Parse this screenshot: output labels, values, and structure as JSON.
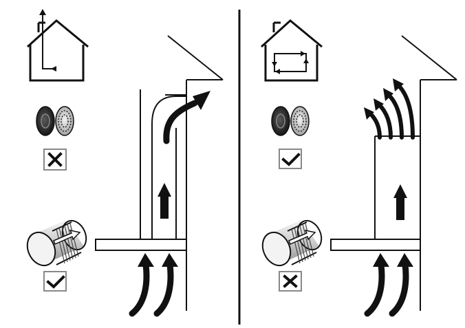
{
  "panels": [
    {
      "id": "extraction",
      "house_icon": "house-with-vertical-exhaust-icon",
      "filter_icon": "grease-filter-pair-icon",
      "filter_status": "cross",
      "duct_icon": "flexible-duct-icon",
      "duct_status": "check",
      "airflow": "ducted-outside"
    },
    {
      "id": "recirculation",
      "house_icon": "house-with-recirculating-air-icon",
      "filter_icon": "grease-filter-pair-icon",
      "filter_status": "check",
      "duct_icon": "flexible-duct-icon",
      "duct_status": "cross",
      "airflow": "returned-to-room"
    }
  ],
  "colors": {
    "line": "#111111",
    "divider": "#111111",
    "checkbox_border": "#888888",
    "filter_dark": "#1a1a1a",
    "filter_light": "#dcdcdc",
    "duct_fill": "#e8e8e8"
  }
}
